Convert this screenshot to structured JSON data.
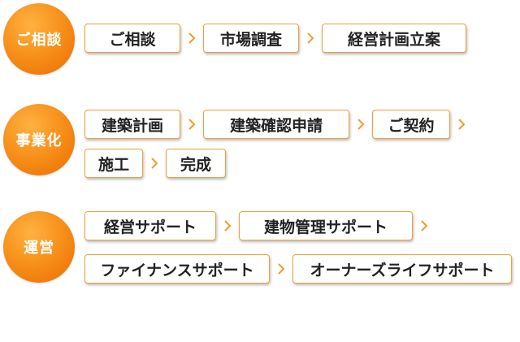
{
  "colors": {
    "accent": "#f7921c",
    "border": "#f0a13a",
    "arrow": "#f39a2c",
    "text": "#222222"
  },
  "sections": [
    {
      "title": "ご相談",
      "rows": [
        [
          "ご相談",
          "市場調査",
          "経営計画立案"
        ]
      ]
    },
    {
      "title": "事業化",
      "rows": [
        [
          "建築計画",
          "建築確認申請",
          "ご契約"
        ],
        [
          "施工",
          "完成"
        ]
      ]
    },
    {
      "title": "運営",
      "rows": [
        [
          "経営サポート",
          "建物管理サポート"
        ],
        [
          "ファイナンスサポート",
          "オーナーズライフサポート"
        ]
      ]
    }
  ]
}
